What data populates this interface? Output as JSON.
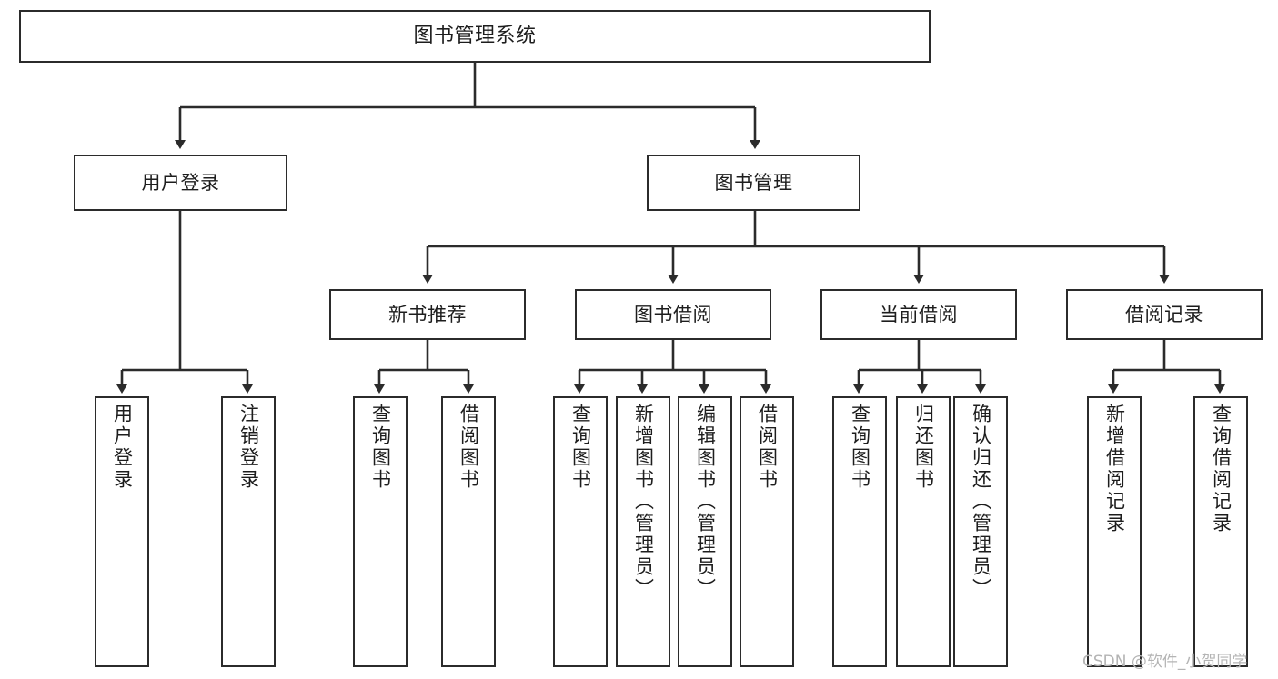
{
  "diagram": {
    "title": "图书管理系统",
    "type": "tree-hierarchy-diagram",
    "colors": {
      "box_border": "#2b2b2b",
      "box_fill": "#ffffff",
      "connector": "#2b2b2b",
      "background": "#ffffff",
      "watermark": "#b4b4b4"
    },
    "root": {
      "label": "图书管理系统"
    },
    "level2": [
      {
        "label": "用户登录"
      },
      {
        "label": "图书管理"
      }
    ],
    "level3": [
      {
        "label": "新书推荐"
      },
      {
        "label": "图书借阅"
      },
      {
        "label": "当前借阅"
      },
      {
        "label": "借阅记录"
      }
    ],
    "leaves": {
      "user_login": [
        {
          "label": "用户登录"
        },
        {
          "label": "注销登录"
        }
      ],
      "new_book_recommend": [
        {
          "label": "查询图书"
        },
        {
          "label": "借阅图书"
        }
      ],
      "book_borrow": [
        {
          "label": "查询图书"
        },
        {
          "label": "新增图书（管理员）"
        },
        {
          "label": "编辑图书（管理员）"
        },
        {
          "label": "借阅图书"
        }
      ],
      "current_borrow": [
        {
          "label": "查询图书"
        },
        {
          "label": "归还图书"
        },
        {
          "label": "确认归还（管理员）"
        }
      ],
      "borrow_record": [
        {
          "label": "新增借阅记录"
        },
        {
          "label": "查询借阅记录"
        }
      ]
    },
    "watermark": "CSDN @软件_小贺同学"
  }
}
